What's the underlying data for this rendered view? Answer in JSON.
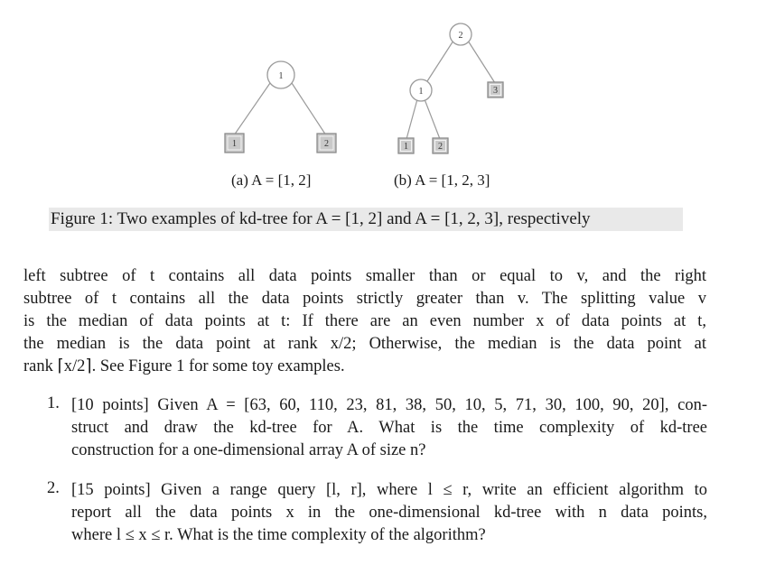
{
  "figure": {
    "tree_a": {
      "root_label": "1",
      "leaves": [
        "1",
        "2"
      ],
      "caption": "(a) A = [1, 2]"
    },
    "tree_b": {
      "root_label": "2",
      "inner_label": "1",
      "leaves": [
        "1",
        "2",
        "3"
      ],
      "caption": "(b) A = [1, 2, 3]"
    },
    "caption": "Figure 1: Two examples of kd-tree for A = [1, 2] and A = [1, 2, 3], respectively"
  },
  "paragraph": {
    "lines": [
      "left subtree of t contains all data points smaller than or equal to v, and the right",
      "subtree of t contains all the data points strictly greater than v. The splitting value v",
      "is the median of data points at t: If there are an even number x of data points at t,",
      "the median is the data point at rank x/2; Otherwise, the median is the data point at",
      "rank ⌈x/2⌉. See Figure 1 for some toy examples."
    ]
  },
  "questions": [
    {
      "number": "1.",
      "lines": [
        "[10 points] Given A = [63, 60, 110, 23, 81, 38, 50, 10, 5, 71, 30, 100, 90, 20], con-",
        "struct and draw the kd-tree for A. What is the time complexity of kd-tree",
        "construction for a one-dimensional array A of size n?"
      ]
    },
    {
      "number": "2.",
      "lines": [
        "[15 points] Given a range query [l, r], where l ≤ r, write an efficient algorithm to",
        "report all the data points x in the one-dimensional kd-tree with n data points,",
        "where l ≤ x ≤ r. What is the time complexity of the algorithm?"
      ]
    }
  ]
}
